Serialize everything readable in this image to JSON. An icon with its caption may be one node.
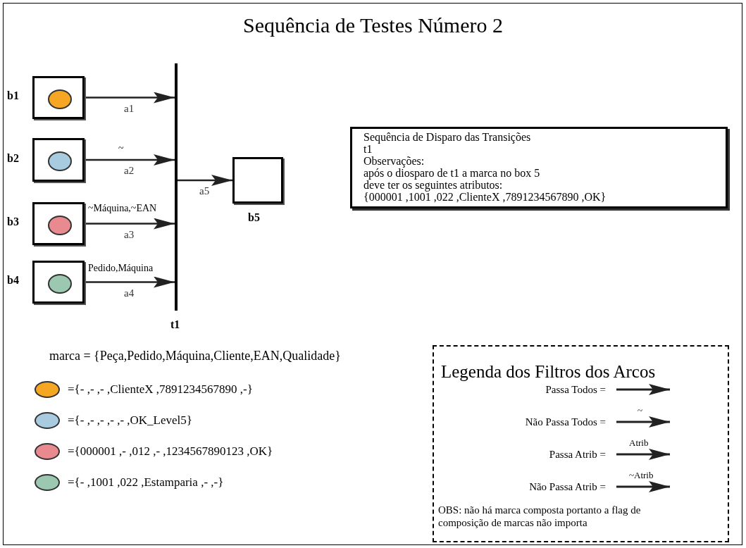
{
  "diagram": {
    "title": "Sequência de Testes Número 2",
    "nodes": [
      {
        "text": [],
        "shape": "box",
        "beside": [
          "b1"
        ]
      },
      {
        "text": [],
        "shape": "box",
        "beside": [
          "b2"
        ]
      },
      {
        "text": [],
        "shape": "box",
        "beside": [
          "b3"
        ]
      },
      {
        "text": [],
        "shape": "box",
        "beside": [
          "b4"
        ]
      },
      {
        "text": [],
        "shape": "bar",
        "beside": [
          "t1"
        ]
      },
      {
        "text": [],
        "shape": "box",
        "beside": [
          "b5"
        ]
      },
      {
        "text": [
          "Sequência de Disparo das Transições",
          "t1",
          "Observações:",
          "após o diosparo de t1 a marca no box 5",
          "deve ter os seguintes atributos:",
          "{000001 ,1001 ,022 ,ClienteX ,7891234567890 ,OK}"
        ]
      },
      {
        "text": [
          "Legenda dos Filtros dos Arcos",
          "OBS: não há marca composta portanto a flag de composição de marcas não importa"
        ]
      }
    ],
    "edges": [
      {
        "from": 0,
        "to": 4,
        "arrow": "to",
        "label": "a1"
      },
      {
        "from": 1,
        "to": 4,
        "arrow": "to",
        "label": "a2"
      },
      {
        "from": 2,
        "to": 4,
        "arrow": "to",
        "label": "a3"
      },
      {
        "from": 3,
        "to": 4,
        "arrow": "to",
        "label": "a4"
      },
      {
        "from": 4,
        "to": 5,
        "arrow": "to",
        "label": "a5"
      }
    ],
    "labels": [
      "~",
      "~Máquina,~EAN",
      "Pedido,Máquina",
      "marca = {Peça,Pedido,Máquina,Cliente,EAN,Qualidade}",
      "~",
      "Atrib",
      "~Atrib"
    ],
    "legend": [
      {
        "text": "={- ,- ,- ,ClienteX ,7891234567890 ,-}",
        "color": "#f5a623"
      },
      {
        "text": "={- ,- ,- ,- ,- ,OK_Level5}",
        "color": "#a9cbe0"
      },
      {
        "text": "={000001 ,- ,012 ,- ,1234567890123 ,OK}",
        "color": "#e88a90"
      },
      {
        "text": "={- ,1001 ,022 ,Estamparia ,- ,-}",
        "color": "#9cc7b0"
      },
      {
        "text": "Passa Todos ="
      },
      {
        "text": "Não Passa Todos ="
      },
      {
        "text": "Passa Atrib ="
      },
      {
        "text": "Não Passa Atrib ="
      }
    ]
  }
}
